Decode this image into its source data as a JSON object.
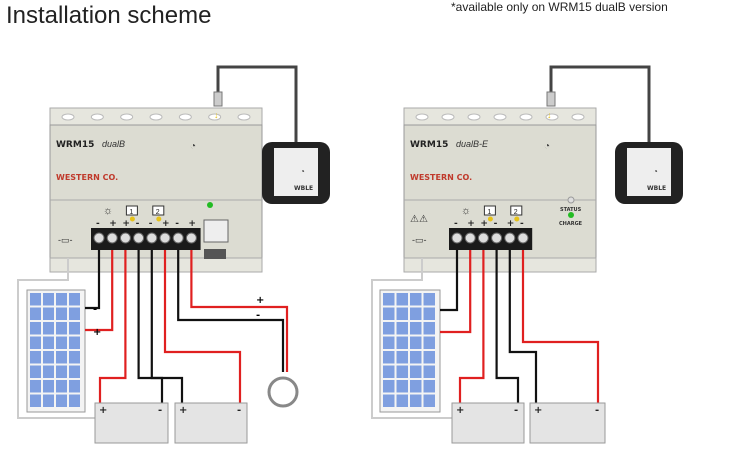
{
  "title": "Installation scheme",
  "note": "*available only on WRM15 dualB version",
  "left_device": {
    "model": "WRM15",
    "variant": "dualB",
    "brand": "WESTERN CO.",
    "sensor_label": "WBLE",
    "terminals": [
      "-",
      "+",
      "+",
      "-",
      "-",
      "+",
      "-",
      "+"
    ],
    "battery_labels": [
      "1",
      "2"
    ]
  },
  "right_device": {
    "model": "WRM15",
    "variant": "dualB-E",
    "brand": "WESTERN CO.",
    "sensor_label": "WBLE",
    "status": "STATUS",
    "charge": "CHARGE",
    "terminals": [
      "-",
      "+",
      "+",
      "-",
      "+",
      "-"
    ],
    "battery_labels": [
      "1",
      "2"
    ]
  },
  "signs": {
    "plus": "+",
    "minus": "-"
  },
  "colors": {
    "positive_wire": "#e02020",
    "negative_wire": "#111111",
    "cable": "#444444",
    "body": "#dcdcd2",
    "panel": "#7f9fe0",
    "led_green": "#22bb22"
  }
}
